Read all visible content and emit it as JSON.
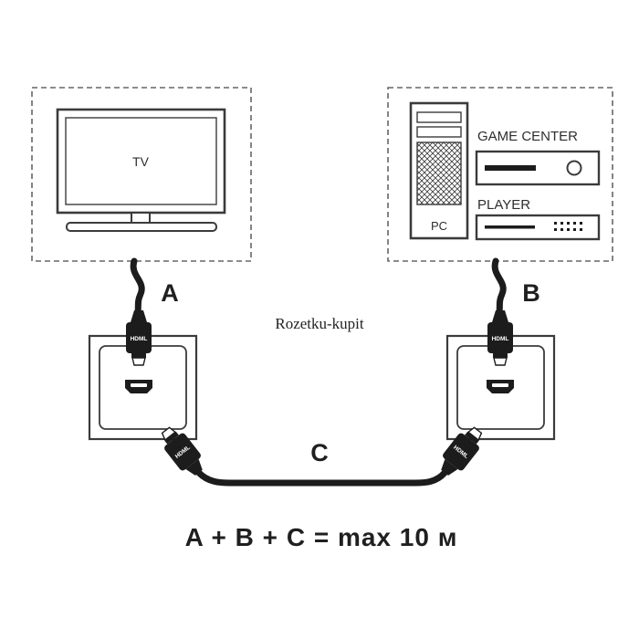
{
  "diagram": {
    "watermark": "Rozetku-kupit",
    "formula": "A + B + C = max 10 м",
    "tv_box": {
      "label": "TV"
    },
    "pc_box": {
      "pc_label": "PC",
      "game_center_label": "GAME CENTER",
      "player_label": "PLAYER"
    },
    "cables": {
      "a": "A",
      "b": "B",
      "c": "C"
    },
    "sockets": {
      "plug_label": "HDML"
    },
    "colors": {
      "line": "#3b3b3b",
      "cable": "#1c1c1c",
      "dashed_border": "#666666",
      "background": "#ffffff"
    }
  }
}
